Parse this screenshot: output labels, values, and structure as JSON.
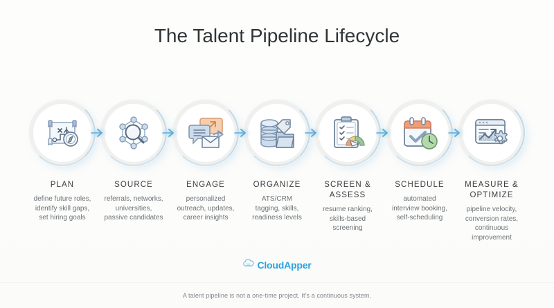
{
  "header": {
    "title": "The Talent Pipeline Lifecycle"
  },
  "colors": {
    "page_background": "#fdfdfc",
    "title_text": "#2f3437",
    "label_text": "#3c4043",
    "desc_text": "#6d7378",
    "ring": "#f0f0ee",
    "glow_blue": "#9ccbe8",
    "arrow_blue": "#5fa8d3",
    "icon_blue": "#8fa8c4",
    "icon_fill": "#c5d5e8",
    "accent_orange": "#f0a57a",
    "accent_green": "#9ec49a",
    "brand_blue": "#2aa3e0",
    "footer_text": "#80868b"
  },
  "steps": [
    {
      "id": "plan",
      "icon": "blueprint-compass-icon",
      "label": "PLAN",
      "desc": "define future roles,\nidentify skill gaps,\nset hiring goals"
    },
    {
      "id": "source",
      "icon": "network-magnifier-icon",
      "label": "SOURCE",
      "desc": "referrals, networks,\nuniversities,\npassive candidates"
    },
    {
      "id": "engage",
      "icon": "chat-envelope-icon",
      "label": "ENGAGE",
      "desc": "personalized\noutreach, updates,\ncareer insights"
    },
    {
      "id": "organize",
      "icon": "database-folder-tag-icon",
      "label": "ORGANIZE",
      "desc": "ATS/CRM\ntagging, skills,\nreadiness levels"
    },
    {
      "id": "screen-assess",
      "icon": "clipboard-gauge-icon",
      "label": "SCREEN &\nASSESS",
      "desc": "resume ranking,\nskills-based\nscreening"
    },
    {
      "id": "schedule",
      "icon": "calendar-clock-icon",
      "label": "SCHEDULE",
      "desc": "automated\ninterview booking,\nself-scheduling"
    },
    {
      "id": "measure-optimize",
      "icon": "analytics-gear-icon",
      "label": "MEASURE &\nOPTIMIZE",
      "desc": "pipeline velocity,\nconversion rates,\ncontinuous\nimprovement"
    }
  ],
  "brand": {
    "logo_icon": "cloud-icon",
    "logo_text": "CloudApper"
  },
  "footer": {
    "tagline": "A talent pipeline is not a one-time project. It's a continuous system."
  }
}
